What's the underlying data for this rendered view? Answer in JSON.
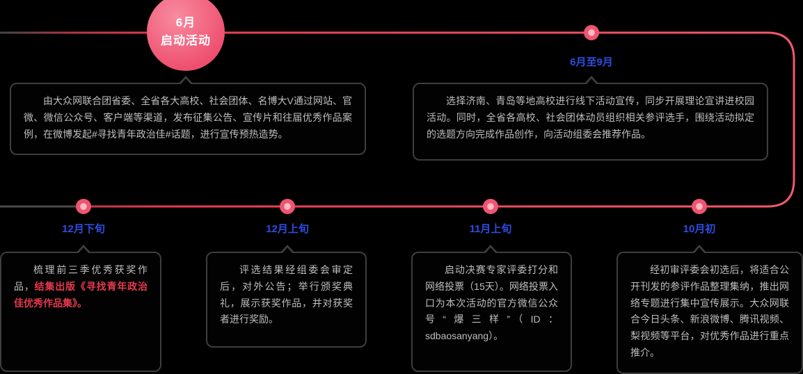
{
  "colors": {
    "accent": "#ee4c66",
    "line_gray": "#4a4a4a",
    "label_blue": "#2f4ce0",
    "highlight_red": "#e8394e"
  },
  "start_node": {
    "month": "6月",
    "label": "启动活动"
  },
  "launch_stage": {
    "description": "由大众网联合团省委、全省各大高校、社会团体、名博大V通过网站、官微、微信公众号、客户端等渠道，发布征集公告、宣传片和往届优秀作品案例，在微博发起#寻找青年政治佳#话题，进行宣传预热造势。"
  },
  "top_milestone": {
    "label": "6月至9月",
    "description": "选择济南、青岛等地高校进行线下活动宣传，同步开展理论宣讲进校园活动。同时，全省各高校、社会团体动员组织相关参评选手，围绕活动拟定的选题方向完成作品创作，向活动组委会推荐作品。"
  },
  "bottom_milestones": [
    {
      "label": "12月下旬",
      "text": "梳理前三季优秀获奖作品，",
      "highlight": "结集出版《寻找青年政治佳优秀作品集》。"
    },
    {
      "label": "12月上旬",
      "text": "评选结果经组委会审定后，对外公告；举行颁奖典礼，展示获奖作品，并对获奖者进行奖励。",
      "highlight": ""
    },
    {
      "label": "11月上旬",
      "text": "启动决赛专家评委打分和网络投票（15天）。网络投票入口为本次活动的官方微信公众号“爆三样”（ID：sdbaosanyang）。",
      "highlight": ""
    },
    {
      "label": "10月初",
      "text": "经初审评委会初选后，将适合公开刊发的参评作品整理集纳，推出网络专题进行集中宣传展示。大众网联合今日头条、新浪微博、腾讯视频、梨视频等平台，对优秀作品进行重点推介。",
      "highlight": ""
    }
  ]
}
